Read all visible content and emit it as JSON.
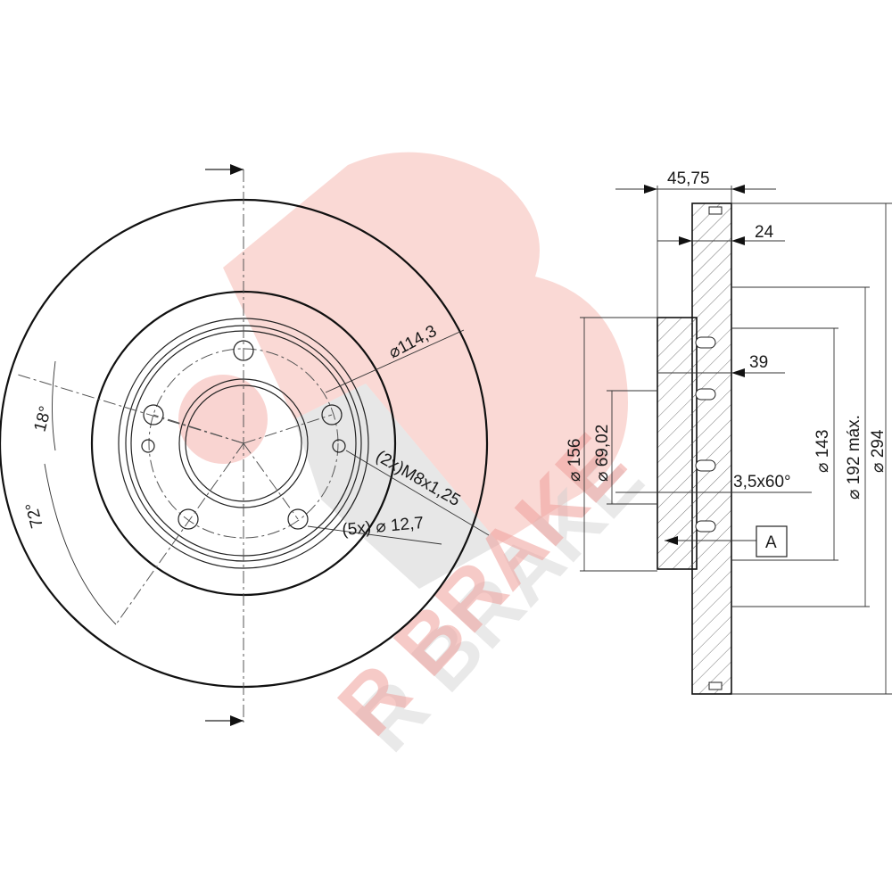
{
  "watermark": {
    "text": "R BRAKE",
    "logo_letter": "B",
    "color": "#f08c84"
  },
  "front_view": {
    "labels": {
      "pcd": "⌀114,3",
      "angle_small": "18°",
      "angle_large": "72°",
      "thread": "(2x)M8x1,25",
      "bolt_holes": "(5x) ⌀ 12,7"
    }
  },
  "side_view": {
    "labels": {
      "total_height": "45,75",
      "disc_thickness": "24",
      "hat_depth": "39",
      "chamfer": "3,5x60°",
      "ref_box": "A",
      "dia_156": "⌀ 156",
      "dia_69": "⌀ 69,02",
      "dia_143": "⌀ 143",
      "dia_192": "⌀ 192 máx.",
      "dia_294": "⌀ 294"
    }
  },
  "colors": {
    "line": "#222222",
    "watermark_red": "#f08c84",
    "watermark_grey": "#d0d0d0"
  }
}
